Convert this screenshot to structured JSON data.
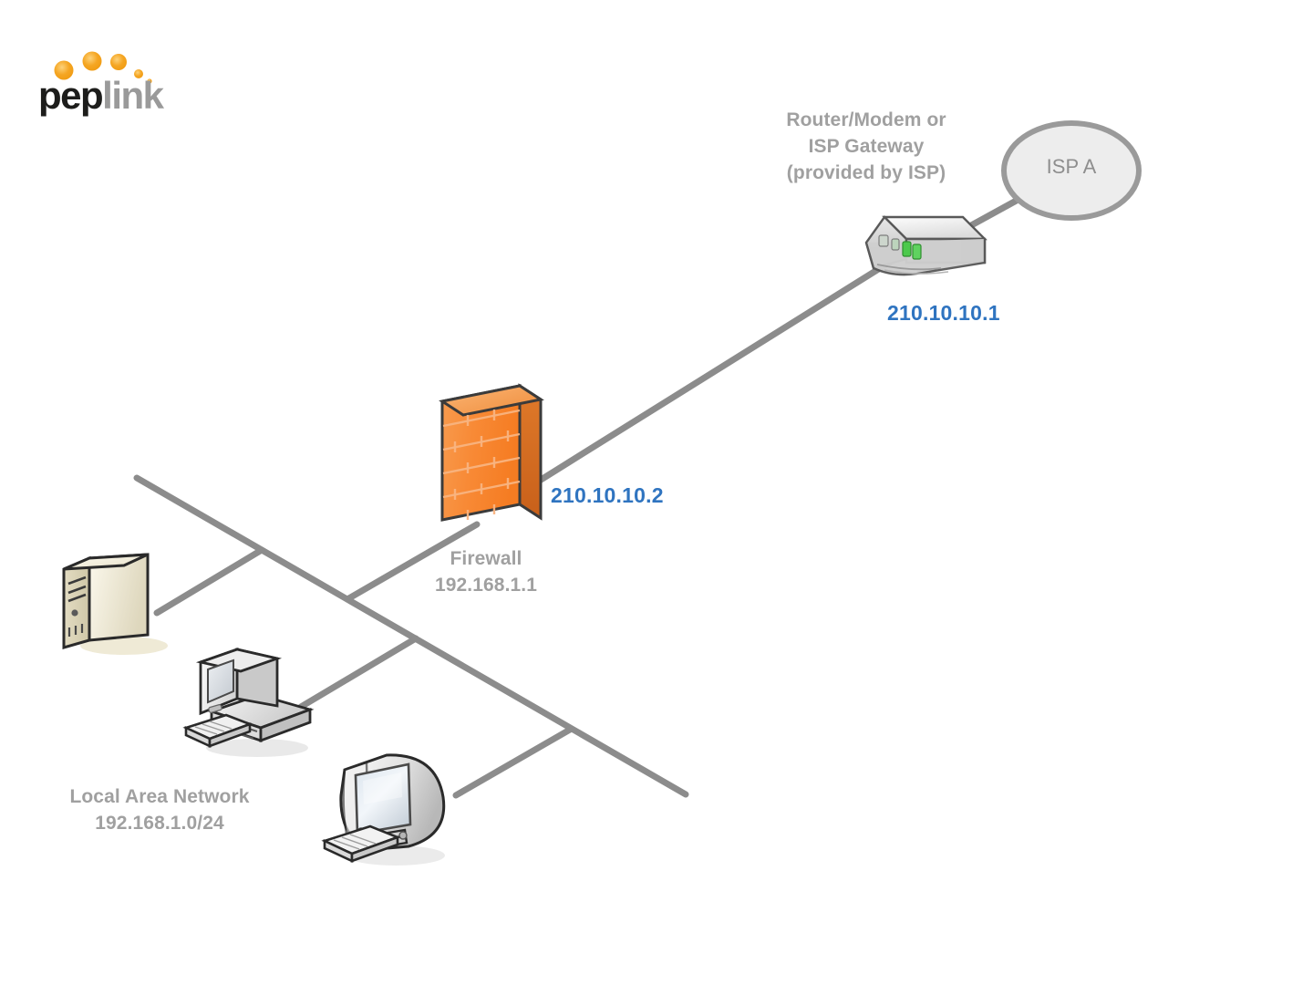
{
  "diagram": {
    "title_logo": {
      "name": "peplink-logo",
      "text_dark": "pep",
      "text_light": "link",
      "dot_color": "#f5a623",
      "dark_color": "#1d1d1b",
      "light_color": "#9a9a9a"
    },
    "colors": {
      "background": "#ffffff",
      "wire": "#8c8c8c",
      "label_gray": "#a0a0a0",
      "ip_blue": "#2f74c0",
      "firewall_orange": "#f58433",
      "firewall_orange_dark": "#d96b22",
      "server_beige": "#e8e0c8",
      "device_gray": "#e6e6e6",
      "cloud_fill": "#ededed",
      "cloud_stroke": "#9a9a9a"
    },
    "nodes": [
      {
        "id": "isp-a",
        "shape": "ellipse",
        "label": "ISP A"
      },
      {
        "id": "router-modem",
        "icon": "router-modem-icon",
        "label_lines": [
          "Router/Modem or",
          "ISP Gateway",
          "(provided by ISP)"
        ],
        "ip": "210.10.10.1"
      },
      {
        "id": "firewall",
        "icon": "firewall-brick-icon",
        "wan_ip": "210.10.10.2",
        "label_lines": [
          "Firewall",
          "192.168.1.1"
        ]
      },
      {
        "id": "server",
        "icon": "server-tower-icon"
      },
      {
        "id": "desktop-pc",
        "icon": "desktop-computer-icon"
      },
      {
        "id": "imac",
        "icon": "crt-computer-icon"
      },
      {
        "id": "lan",
        "label_lines": [
          "Local Area Network",
          "192.168.1.0/24"
        ]
      }
    ],
    "labels": {
      "router_line1": "Router/Modem or",
      "router_line2": "ISP Gateway",
      "router_line3": "(provided by ISP)",
      "router_ip": "210.10.10.1",
      "isp_a": "ISP A",
      "firewall_wan_ip": "210.10.10.2",
      "firewall_name": "Firewall",
      "firewall_lan_ip": "192.168.1.1",
      "lan_name": "Local Area Network",
      "lan_subnet": "192.168.1.0/24"
    },
    "links": [
      {
        "from": "router-modem",
        "to": "isp-a"
      },
      {
        "from": "firewall",
        "to": "router-modem"
      },
      {
        "from": "firewall",
        "to": "lan-bus"
      },
      {
        "from": "server",
        "to": "lan-bus"
      },
      {
        "from": "desktop-pc",
        "to": "lan-bus"
      },
      {
        "from": "imac",
        "to": "lan-bus"
      }
    ]
  }
}
